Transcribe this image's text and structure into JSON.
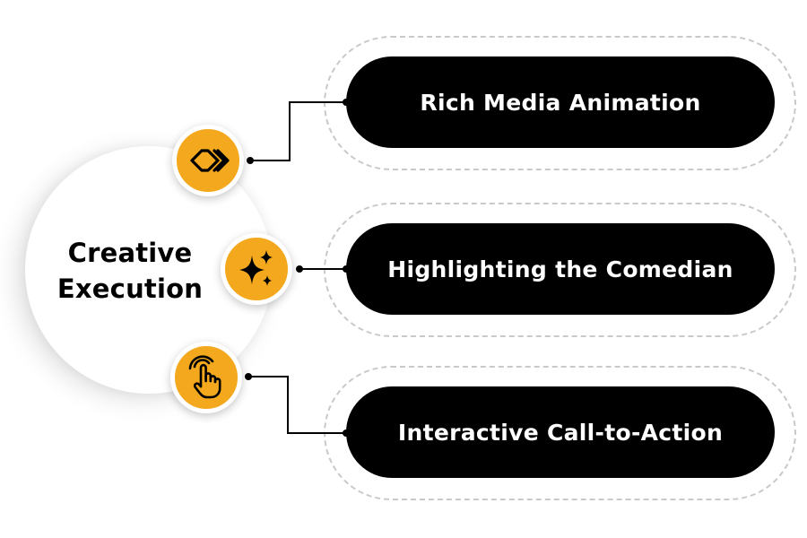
{
  "hub": {
    "title_line1": "Creative",
    "title_line2": "Execution"
  },
  "items": [
    {
      "label": "Rich Media Animation",
      "icon": "double-chevron-diamond-icon"
    },
    {
      "label": "Highlighting the Comedian",
      "icon": "sparkles-icon"
    },
    {
      "label": "Interactive Call-to-Action",
      "icon": "tap-hand-icon"
    }
  ],
  "colors": {
    "accent": "#f4a81d",
    "pill": "#000000",
    "pill_text": "#ffffff",
    "connector": "#000000",
    "dashed_ring": "#c9c9c9"
  }
}
